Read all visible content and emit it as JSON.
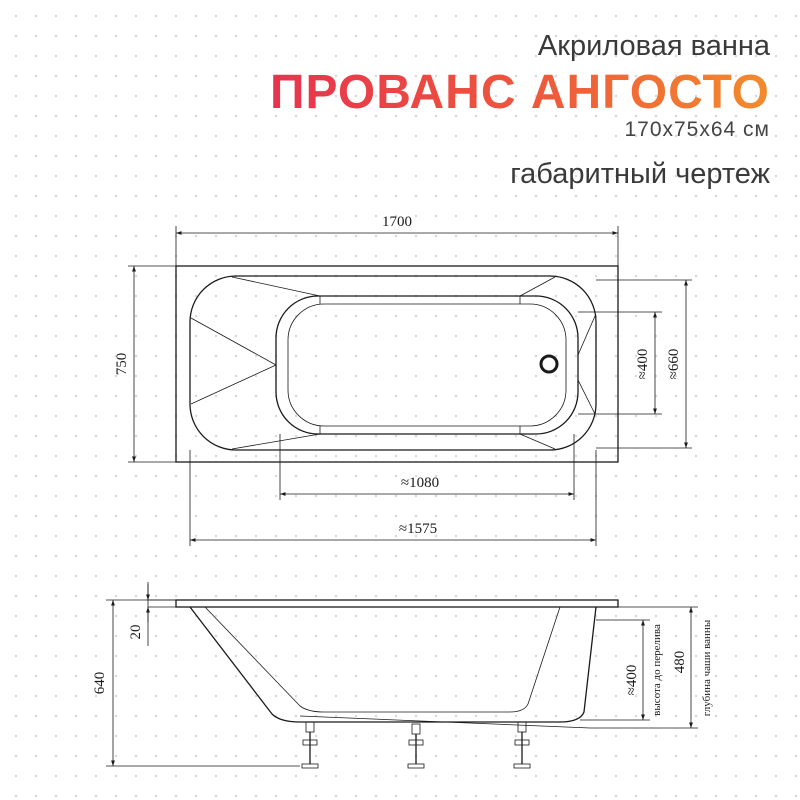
{
  "header": {
    "subtitle": "Акриловая ванна",
    "model": "ПРОВАНС АНГОСТО",
    "dimensions": "170х75х64 см",
    "drawing_type": "габаритный чертеж"
  },
  "colors": {
    "title_gradient_start": "#e7334e",
    "title_gradient_end": "#f28b2c",
    "line": "#1a1a1a"
  },
  "top_view": {
    "length": "1700",
    "width": "750",
    "inner_length": "≈1575",
    "bottom_length": "≈1080",
    "bottom_width": "≈400",
    "inner_width": "≈660"
  },
  "side_view": {
    "height": "640",
    "rim": "20",
    "overflow_height": "≈400",
    "overflow_label": "высота до перелива",
    "depth": "480",
    "depth_label": "глубина чаши ванны"
  }
}
